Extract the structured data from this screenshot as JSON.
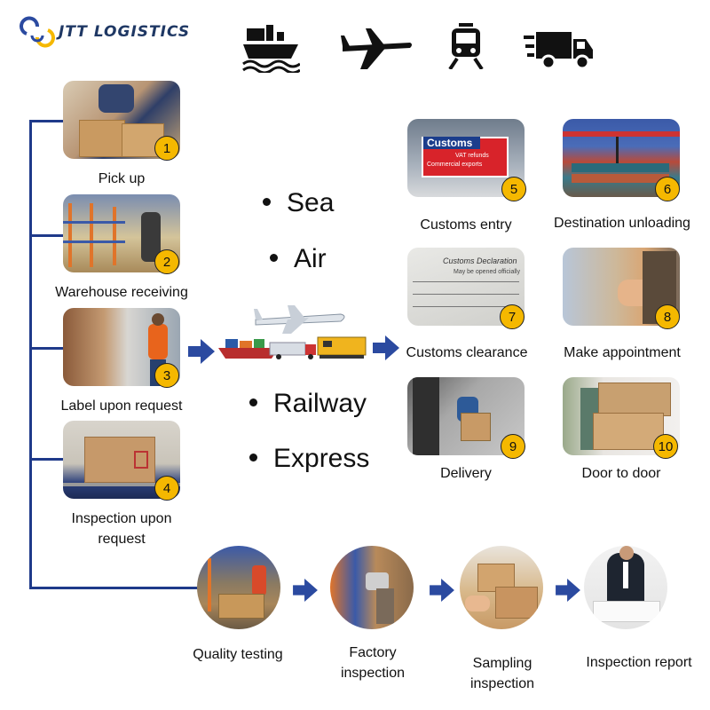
{
  "logo": {
    "text": "JTT LOGISTICS",
    "color": "#1f3864"
  },
  "transport_icons": [
    "ship-icon",
    "airplane-icon",
    "train-icon",
    "truck-icon"
  ],
  "bullets": [
    "Sea",
    "Air",
    "Railway",
    "Express"
  ],
  "steps": [
    {
      "number": "1",
      "label": "Pick up"
    },
    {
      "number": "2",
      "label": "Warehouse receiving"
    },
    {
      "number": "3",
      "label": "Label upon request"
    },
    {
      "number": "4",
      "label_line1": "Inspection upon",
      "label_line2": "request"
    },
    {
      "number": "5",
      "label": "Customs entry",
      "sign_title": "Customs",
      "sign_line1": "VAT refunds",
      "sign_line2": "Commercial exports"
    },
    {
      "number": "6",
      "label": "Destination unloading"
    },
    {
      "number": "7",
      "label": "Customs clearance",
      "doc_title": "Customs Declaration",
      "doc_line": "May be opened officially"
    },
    {
      "number": "8",
      "label": "Make appointment"
    },
    {
      "number": "9",
      "label": "Delivery"
    },
    {
      "number": "10",
      "label": "Door to door"
    }
  ],
  "inspection_steps": [
    {
      "label": "Quality testing"
    },
    {
      "label_line1": "Factory",
      "label_line2": "inspection"
    },
    {
      "label_line1": "Sampling",
      "label_line2": "inspection"
    },
    {
      "label": "Inspection report"
    }
  ],
  "colors": {
    "badge": "#f5b800",
    "arrow": "#2b4aa0",
    "line": "#1f3a8a"
  }
}
